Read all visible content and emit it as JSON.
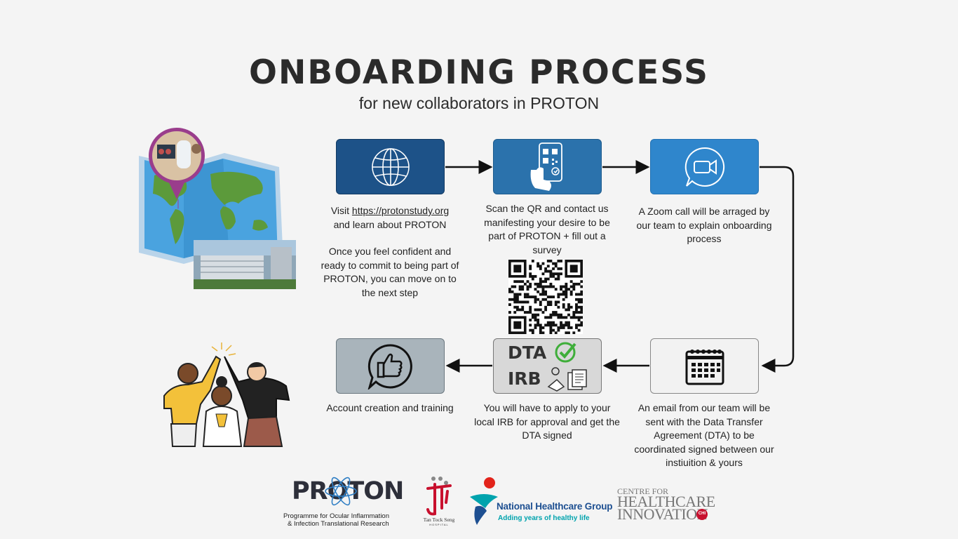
{
  "header": {
    "title": "ONBOARDING PROCESS",
    "subtitle": "for new collaborators in PROTON"
  },
  "steps": [
    {
      "id": "visit",
      "icon": "globe-icon",
      "line1": "Visit ",
      "link": "https://protonstudy.org",
      "line2": "and learn about PROTON",
      "para2": "Once you feel confident and ready to commit to being part of PROTON, you can move on to the next step"
    },
    {
      "id": "scan",
      "icon": "qr-phone-icon",
      "text": "Scan the QR and contact us manifesting your desire to be part of PROTON + fill out a survey"
    },
    {
      "id": "zoom",
      "icon": "video-call-icon",
      "text": "A Zoom call will be arraged by our team to explain onboarding process"
    },
    {
      "id": "email",
      "icon": "calendar-icon",
      "text": "An email from our team will be sent with the Data Transfer Agreement (DTA) to be coordinated signed between our instiuition & yours"
    },
    {
      "id": "irb",
      "icon": "dta-irb-icon",
      "dta": "DTA",
      "irb": "IRB",
      "text": "You will have to apply to your local IRB for approval and get the DTA signed"
    },
    {
      "id": "account",
      "icon": "thumbs-up-icon",
      "text": "Account creation and training"
    }
  ],
  "logos": {
    "proton": {
      "name": "PROTON",
      "tagline1": "Programme for Ocular Inflammation",
      "tagline2": "& Infection Translational Research"
    },
    "ttsh": {
      "name": "Tan Tock Seng",
      "sub": "HOSPITAL"
    },
    "nhg": {
      "name": "National Healthcare Group",
      "tagline": "Adding years of healthy life"
    },
    "chi": {
      "line1": "CENTRE FOR",
      "line2": "HEALTHCARE",
      "line3": "INNOVATION",
      "badge": "CHI"
    }
  },
  "colors": {
    "step1": "#1d5288",
    "step2": "#2b72ac",
    "step3": "#2f86cc",
    "check": "#3fae3a",
    "nhg_red": "#e2231a",
    "nhg_teal": "#00a3ad",
    "nhg_blue": "#1d4f91"
  }
}
